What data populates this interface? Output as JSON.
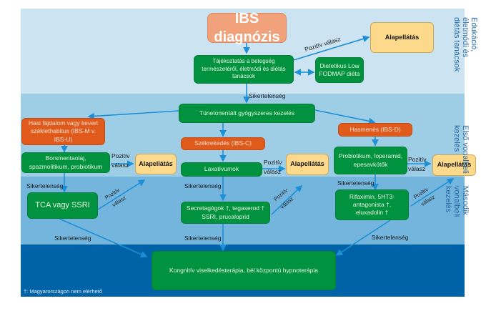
{
  "title_box": "IBS diagnózis",
  "education_box": "Tájékoztatás a betegség természetéről, életmódi és diétás tanácsok",
  "diet_box": "Dietetikus Low FODMAP diéta",
  "symptom_box": "Tünetorientált gyógyszeres kezelés",
  "ibs_m_box": "Hasi fájdalom vagy kevert széklethabitus (IBS-M v. IBS-U)",
  "ibs_c_box": "Székrekedés (IBS-C)",
  "ibs_d_box": "Hasmenés (IBS-D)",
  "first_line": {
    "m": "Borsmentaolaj, spazmolitikum, probiotikum",
    "c": "Laxatívumok",
    "d": "Probiotikum, loperamid, epesavkötők"
  },
  "second_line": {
    "m": "TCA vagy SSRI",
    "c": "Secretagógok †, tegaserod † SSRI, prucaloprid",
    "d": "Rifaximin, 5HT3-antagonista †, eluxadolin †"
  },
  "final_box": "Kongnitív viselkedésterápia, bél központú hypnoterápia",
  "basic_care": "Alapellátás",
  "labels": {
    "positive_line1": "Pozitív",
    "positive_line2": "válasz",
    "positive": "Pozitív válasz",
    "failure": "Sikertelenség"
  },
  "side_labels": {
    "education": "Edukáció,\nélet­módi és\ndiétás tanácsok",
    "first_line": "Első vonalbeli\nkezelés",
    "second_line": "Második\nvonalbeli\nkezelés"
  },
  "footnote": "†: Magyarországon nem elérhető",
  "colors": {
    "band1": "#cce4f2",
    "band2": "#9ecde6",
    "band3": "#74b5dd",
    "band4": "#0063a8",
    "green": "#00923f",
    "orange": "#e05a1c",
    "peach": "#f2a27a",
    "yellow": "#fdd98c",
    "arrow": "#1d8fd6"
  }
}
